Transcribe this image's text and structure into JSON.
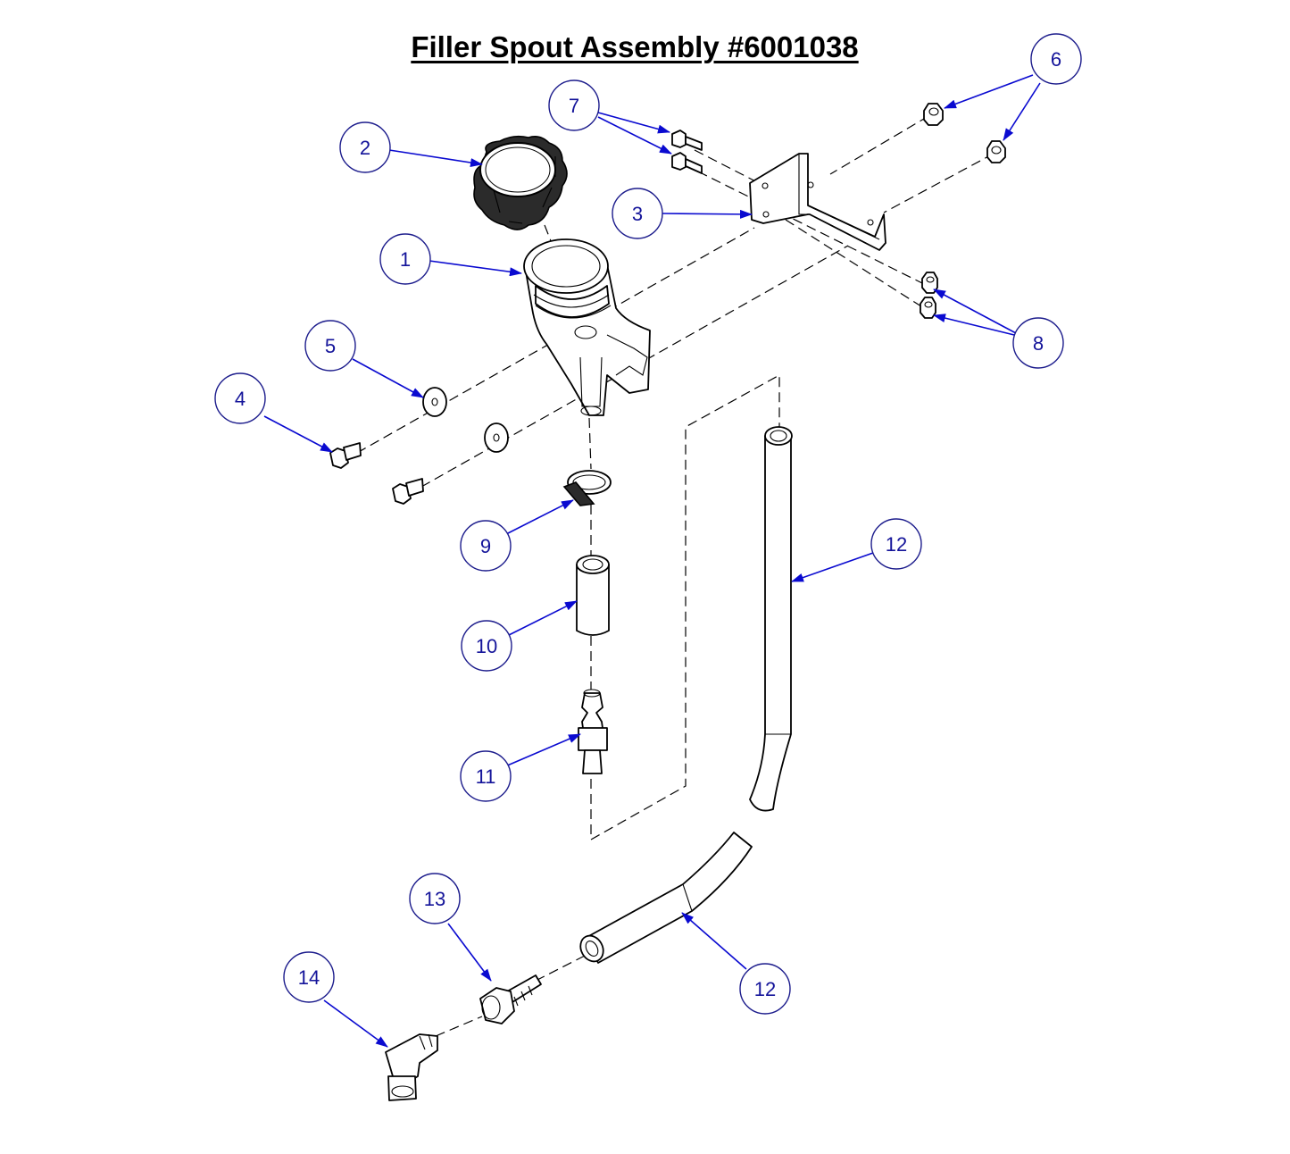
{
  "title": "Filler Spout Assembly #6001038",
  "callout_labels": [
    "1",
    "2",
    "3",
    "4",
    "5",
    "6",
    "7",
    "8",
    "9",
    "10",
    "11",
    "12",
    "12",
    "13",
    "14"
  ],
  "colors": {
    "callout_text": "#14149a",
    "callout_circle": "#1c1c8c",
    "leader_arrow": "#0a0ad0",
    "line_art": "#000000"
  }
}
